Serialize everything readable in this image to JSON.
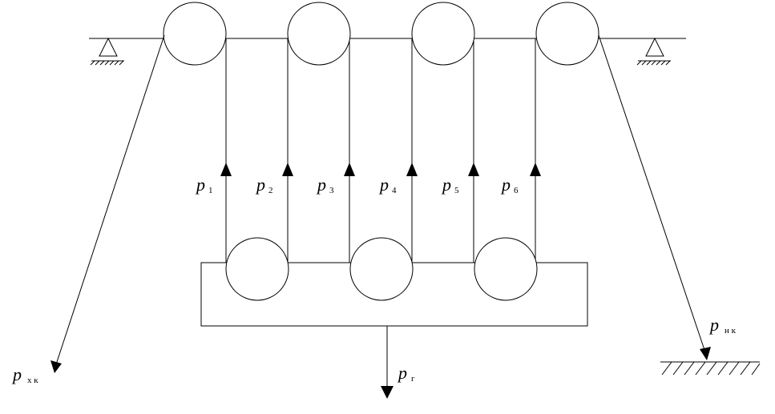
{
  "labels": {
    "p": "p",
    "tensions": [
      "1",
      "2",
      "3",
      "4",
      "5",
      "6"
    ],
    "outgoing_subscript": "х к",
    "incoming_subscript": "н к",
    "load_subscript": "г"
  },
  "colors": {
    "line": "#000000",
    "background": "#ffffff"
  }
}
